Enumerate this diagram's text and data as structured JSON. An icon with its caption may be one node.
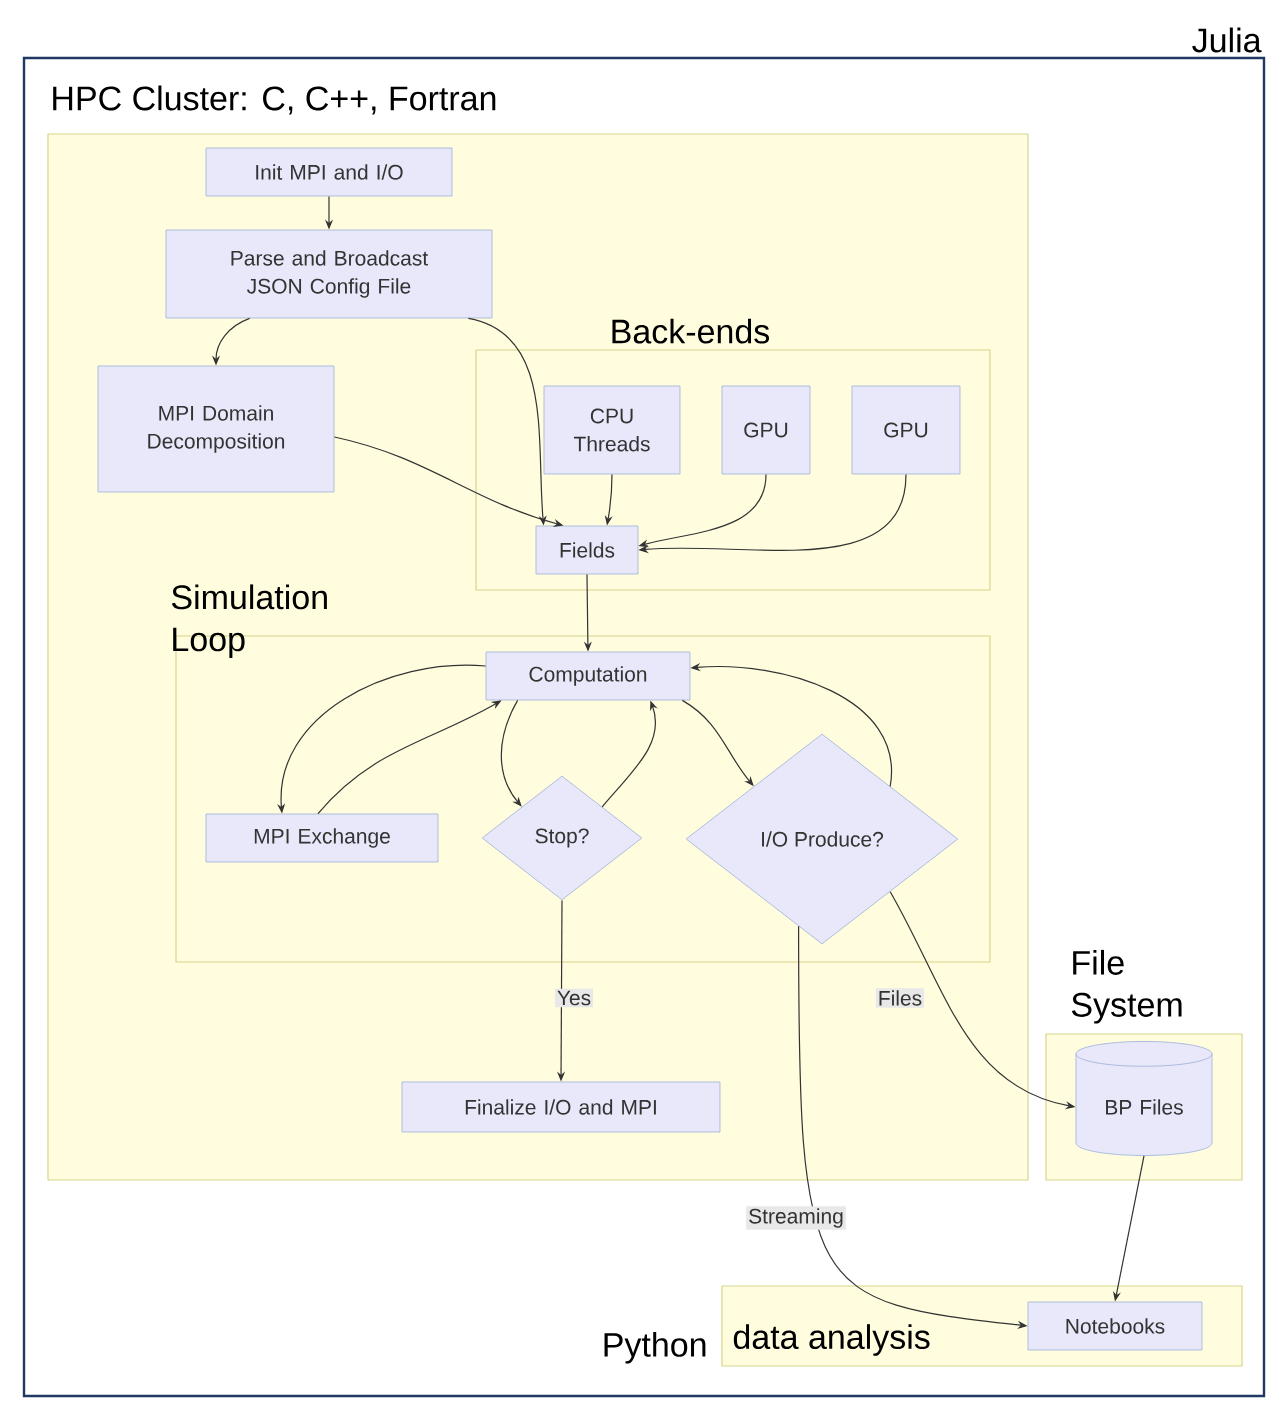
{
  "diagram": {
    "nodes": [
      {
        "text": [
          "Julia"
        ]
      },
      {
        "text": [
          "HPC Cluster: C, C++, Fortran"
        ],
        "in": 0
      },
      {
        "text": [
          "Init MPI and I/O"
        ],
        "in": 1
      },
      {
        "text": [
          "Parse and Broadcast JSON Config File"
        ],
        "in": 1
      },
      {
        "text": [
          "MPI Domain Decomposition"
        ],
        "in": 1
      },
      {
        "text": [
          "Back-ends"
        ],
        "in": 1
      },
      {
        "text": [
          "CPU Threads"
        ],
        "in": 5
      },
      {
        "text": [
          "GPU"
        ],
        "in": 5
      },
      {
        "text": [
          "GPU"
        ],
        "in": 5
      },
      {
        "text": [
          "Fields"
        ],
        "in": 5
      },
      {
        "text": [
          "Simulation Loop"
        ],
        "in": 1
      },
      {
        "text": [
          "Computation"
        ],
        "in": 10
      },
      {
        "text": [
          "MPI Exchange"
        ],
        "in": 10
      },
      {
        "text": [
          "Stop?"
        ],
        "in": 10
      },
      {
        "text": [
          "I/O Produce?"
        ],
        "in": 10
      },
      {
        "text": [
          "Finalize I/O and MPI"
        ],
        "in": 1
      },
      {
        "text": [
          "File System"
        ],
        "in": 0
      },
      {
        "text": [
          "BP Files"
        ],
        "in": 16
      },
      {
        "text": [
          "Python",
          "data analysis"
        ],
        "in": 0
      },
      {
        "text": [
          "Notebooks"
        ],
        "in": 18
      }
    ],
    "edges": [
      {
        "from": 2,
        "to": 3,
        "arrow": "to"
      },
      {
        "from": 3,
        "to": 4,
        "arrow": "to"
      },
      {
        "from": 3,
        "to": 9,
        "arrow": "to"
      },
      {
        "from": 4,
        "to": 9,
        "arrow": "to"
      },
      {
        "from": 6,
        "to": 9,
        "arrow": "to"
      },
      {
        "from": 7,
        "to": 9,
        "arrow": "to"
      },
      {
        "from": 8,
        "to": 9,
        "arrow": "to"
      },
      {
        "from": 9,
        "to": 11,
        "arrow": "to"
      },
      {
        "from": 11,
        "to": 12,
        "arrow": "to"
      },
      {
        "from": 12,
        "to": 11,
        "arrow": "to"
      },
      {
        "from": 11,
        "to": 13,
        "arrow": "to"
      },
      {
        "from": 13,
        "to": 11,
        "arrow": "to"
      },
      {
        "from": 11,
        "to": 14,
        "arrow": "to"
      },
      {
        "from": 14,
        "to": 11,
        "arrow": "to"
      },
      {
        "from": 13,
        "to": 15,
        "label": "Yes",
        "arrow": "to"
      },
      {
        "from": 14,
        "to": 17,
        "label": "Files",
        "arrow": "to"
      },
      {
        "from": 14,
        "to": 19,
        "label": "Streaming",
        "arrow": "to"
      },
      {
        "from": 17,
        "to": 19,
        "arrow": "to"
      }
    ]
  }
}
